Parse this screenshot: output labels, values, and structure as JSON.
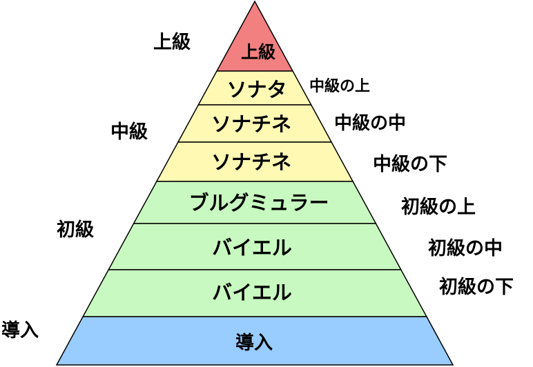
{
  "pyramid": {
    "layers": [
      {
        "label": "上級",
        "color": "#f28080"
      },
      {
        "label": "ソナタ",
        "color": "#fff9b4"
      },
      {
        "label": "ソナチネ",
        "color": "#fff9b4"
      },
      {
        "label": "ソナチネ",
        "color": "#fff9b4"
      },
      {
        "label": "ブルグミュラー",
        "color": "#c8f9c0"
      },
      {
        "label": "バイエル",
        "color": "#c8f9c0"
      },
      {
        "label": "バイエル",
        "color": "#c8f9c0"
      },
      {
        "label": "導入",
        "color": "#99ccff"
      }
    ],
    "levels_left": [
      {
        "label": "上級"
      },
      {
        "label": "中級"
      },
      {
        "label": "初級"
      },
      {
        "label": "導入"
      }
    ],
    "sublevels_right": [
      {
        "label": "中級の上"
      },
      {
        "label": "中級の中"
      },
      {
        "label": "中級の下"
      },
      {
        "label": "初級の上"
      },
      {
        "label": "初級の中"
      },
      {
        "label": "初級の下"
      }
    ]
  }
}
